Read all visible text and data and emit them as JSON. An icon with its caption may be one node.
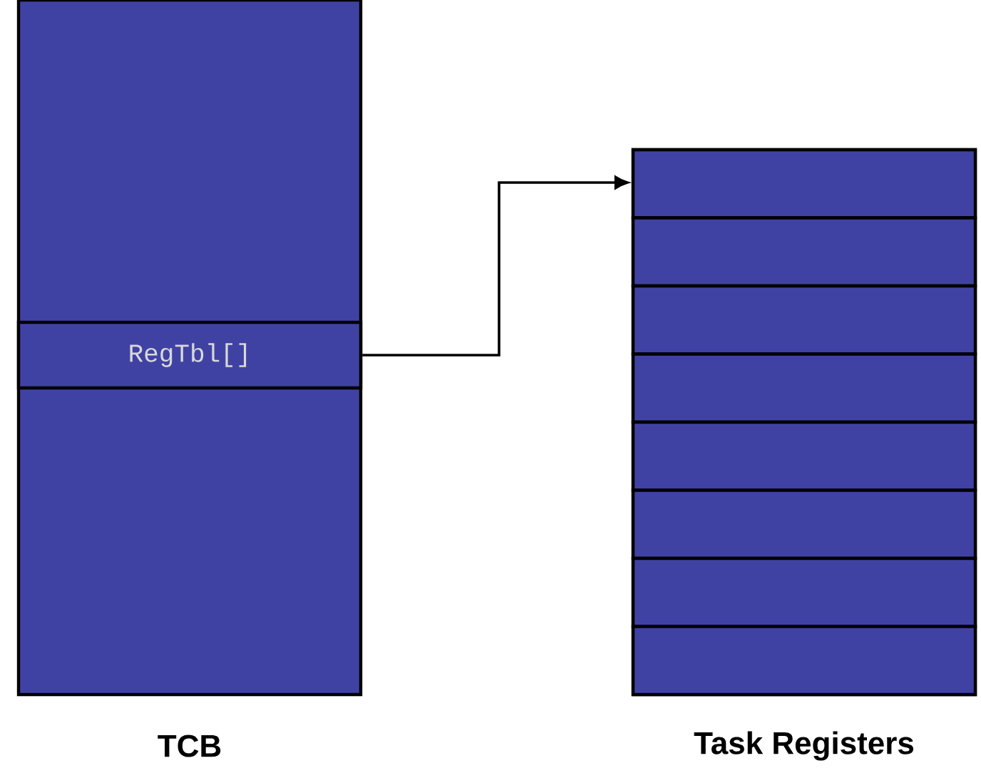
{
  "diagram": {
    "nodes": [
      {
        "text": [
          "TCB"
        ]
      },
      {
        "text": [
          "RegTbl[]"
        ],
        "in": 0
      },
      {
        "text": [
          "Task Registers"
        ]
      },
      {
        "text": [],
        "shape": "box",
        "in": 2
      },
      {
        "text": [],
        "shape": "box",
        "in": 2
      },
      {
        "text": [],
        "shape": "box",
        "in": 2
      },
      {
        "text": [],
        "shape": "box",
        "in": 2
      },
      {
        "text": [],
        "shape": "box",
        "in": 2
      },
      {
        "text": [],
        "shape": "box",
        "in": 2
      },
      {
        "text": [],
        "shape": "box",
        "in": 2
      },
      {
        "text": [],
        "shape": "box",
        "in": 2
      }
    ],
    "edges": [
      {
        "from": 1,
        "to": 3,
        "arrow": "to"
      }
    ]
  }
}
